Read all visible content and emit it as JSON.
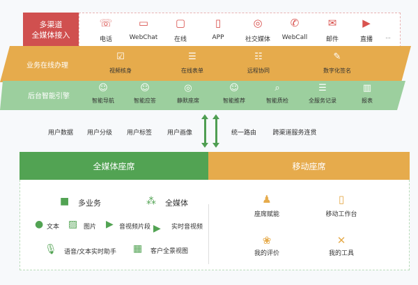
{
  "channels": {
    "title": "多渠道\n全媒体接入",
    "items": [
      {
        "label": "电话",
        "icon": "phone-icon",
        "glyph": "☏"
      },
      {
        "label": "WebChat",
        "icon": "monitor-icon",
        "glyph": "▭"
      },
      {
        "label": "在线",
        "icon": "chat-bubble-icon",
        "glyph": "▢"
      },
      {
        "label": "APP",
        "icon": "mobile-icon",
        "glyph": "▯"
      },
      {
        "label": "社交媒体",
        "icon": "social-network-icon",
        "glyph": "◎"
      },
      {
        "label": "WebCall",
        "icon": "webcall-icon",
        "glyph": "✆"
      },
      {
        "label": "邮件",
        "icon": "mail-icon",
        "glyph": "✉"
      },
      {
        "label": "直播",
        "icon": "live-video-icon",
        "glyph": "▶"
      }
    ],
    "more": "..."
  },
  "business": {
    "title": "业务在线办理",
    "items": [
      {
        "label": "视频核身",
        "icon": "video-verify-icon",
        "glyph": "☑"
      },
      {
        "label": "在线表单",
        "icon": "form-icon",
        "glyph": "☰"
      },
      {
        "label": "远程协同",
        "icon": "collaboration-icon",
        "glyph": "☷"
      },
      {
        "label": "数字化签名",
        "icon": "pen-icon",
        "glyph": "✎"
      }
    ]
  },
  "engine": {
    "title": "后台智能引擎",
    "items": [
      {
        "label": "智能导航",
        "icon": "ai-head-icon",
        "glyph": "☺"
      },
      {
        "label": "智能应答",
        "icon": "ai-chat-icon",
        "glyph": "☺"
      },
      {
        "label": "静默座席",
        "icon": "headset-icon",
        "glyph": "◎"
      },
      {
        "label": "智能推荐",
        "icon": "ai-recommend-icon",
        "glyph": "☺"
      },
      {
        "label": "智能质检",
        "icon": "inspection-icon",
        "glyph": "⌕"
      },
      {
        "label": "全服务记录",
        "icon": "record-icon",
        "glyph": "☰"
      },
      {
        "label": "报表",
        "icon": "chart-icon",
        "glyph": "▥"
      }
    ]
  },
  "middle": {
    "left": [
      "用户数据",
      "用户分级",
      "用户标签",
      "用户画像"
    ],
    "right": [
      "统一路由",
      "跨渠道服务连贯"
    ]
  },
  "omni": {
    "title": "全媒体座席",
    "multi": "多业务",
    "media": "全媒体",
    "text": "文本",
    "image": "图片",
    "clip": "音视频片段",
    "rt": "实时音视频",
    "assistant": "语音/文本实时助手",
    "view": "客户全景视图"
  },
  "mobile": {
    "title": "移动座席",
    "items": [
      "座席赋能",
      "移动工作台",
      "我的评价",
      "我的工具"
    ]
  },
  "colors": {
    "red": "#d0504f",
    "orange": "#e6ab4c",
    "green": "#52a353",
    "lightgreen": "#9ccf9e"
  }
}
